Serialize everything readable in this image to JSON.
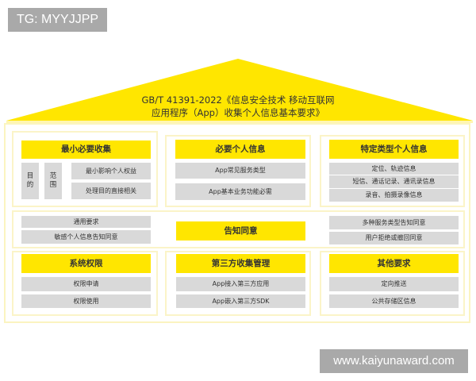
{
  "watermark_top": "TG: MYYJJPP",
  "watermark_bottom": "www.kaiyunaward.com",
  "colors": {
    "accent_yellow": "#ffe600",
    "cell_gray": "#d9d9d9",
    "frame_cream": "#fbf4c0",
    "watermark_gray": "#a9a9a9"
  },
  "roof": {
    "title_line1": "GB/T 41391-2022《信息安全技术 移动互联网",
    "title_line2": "应用程序（App）收集个人信息基本要求》"
  },
  "row1": {
    "left": {
      "header": "最小必要收集",
      "vertical_cells": [
        "目的",
        "范围"
      ],
      "items": [
        "最小影响个人权益",
        "处理目的直接相关"
      ]
    },
    "center": {
      "header": "必要个人信息",
      "items": [
        "App常见服务类型",
        "App基本业务功能必需"
      ]
    },
    "right": {
      "header": "特定类型个人信息",
      "items": [
        "定位、轨迹信息",
        "短信、通话记录、通讯录信息",
        "录音、拍摄录像信息"
      ]
    }
  },
  "row2": {
    "left_items": [
      "通用要求",
      "敏感个人信息告知同意"
    ],
    "center_header": "告知同意",
    "right_items": [
      "多种服务类型告知同意",
      "用户拒绝或撤回同意"
    ]
  },
  "row3": {
    "left": {
      "header": "系统权限",
      "items": [
        "权限申请",
        "权限使用"
      ]
    },
    "center": {
      "header": "第三方收集管理",
      "items": [
        "App接入第三方应用",
        "App嵌入第三方SDK"
      ]
    },
    "right": {
      "header": "其他要求",
      "items": [
        "定向推送",
        "公共存储区信息"
      ]
    }
  }
}
